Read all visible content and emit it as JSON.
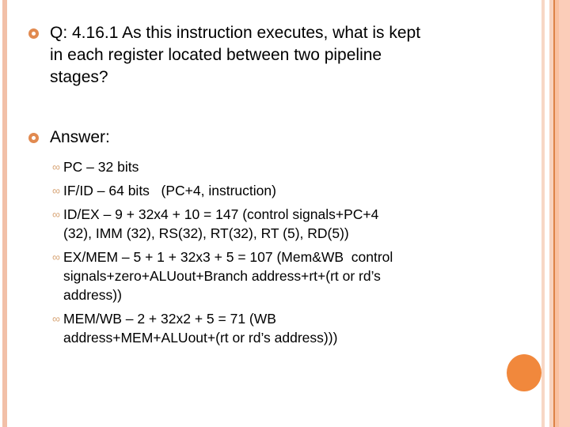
{
  "slide": {
    "colors": {
      "background": "#ffffff",
      "text": "#000000",
      "left_stripe": "#f2c0a8",
      "right_stripe_outer": "#f7d7c5",
      "right_stripe_2": "#f8d2be",
      "right_stripe_line": "#dd8247",
      "right_stripe_4": "#f9c0a0",
      "right_stripe_edge": "#fbcdb9",
      "accent_circle": "#f1883c",
      "bullet_ring": "#e18a50",
      "sub_bullet": "#d8a678"
    },
    "icons": {
      "level1": "ring-bullet-icon",
      "level2": "loops-bullet-icon",
      "level2_glyph": "∞"
    },
    "bullets": [
      {
        "level": 1,
        "lines": [
          "Q: 4.16.1 As this instruction executes, what is kept",
          "in each register located between two pipeline",
          "stages?"
        ]
      },
      {
        "level": 1,
        "lines": [
          "Answer:"
        ]
      },
      {
        "level": 2,
        "lines": [
          "PC – 32 bits"
        ]
      },
      {
        "level": 2,
        "lines": [
          "IF/ID – 64 bits   (PC+4, instruction)"
        ]
      },
      {
        "level": 2,
        "lines": [
          "ID/EX – 9 + 32x4 + 10 = 147 (control signals+PC+4",
          "(32), IMM (32), RS(32), RT(32), RT (5), RD(5))"
        ]
      },
      {
        "level": 2,
        "lines": [
          "EX/MEM – 5 + 1 + 32x3 + 5 = 107 (Mem&WB  control",
          "signals+zero+ALUout+Branch address+rt+(rt or rd’s",
          "address))"
        ]
      },
      {
        "level": 2,
        "lines": [
          "MEM/WB – 2 + 32x2 + 5 = 71 (WB",
          "address+MEM+ALUout+(rt or rd’s address)))"
        ]
      }
    ]
  }
}
